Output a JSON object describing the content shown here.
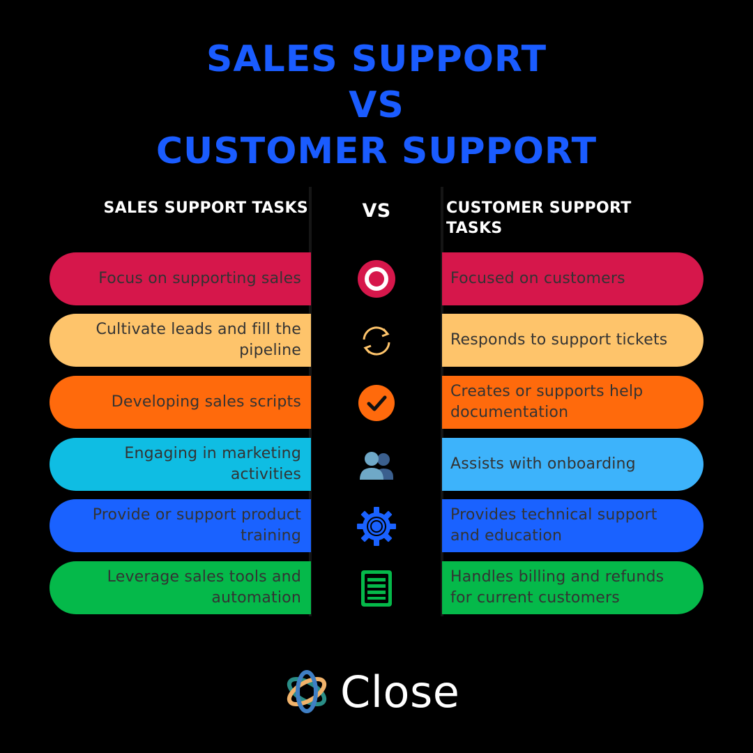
{
  "title": {
    "line1": "SALES SUPPORT",
    "line2": "VS",
    "line3": "CUSTOMER SUPPORT"
  },
  "columns": {
    "left_heading": "SALES SUPPORT TASKS",
    "center_heading": "VS",
    "right_heading": "CUSTOMER SUPPORT TASKS"
  },
  "rows": [
    {
      "left": "Focus on supporting sales",
      "right": "Focused on customers",
      "icon": "target-icon",
      "color": "#d6174b"
    },
    {
      "left": "Cultivate leads and fill the pipeline",
      "right": "Responds to support tickets",
      "icon": "refresh-icon",
      "color": "#fec46b"
    },
    {
      "left": "Developing sales scripts",
      "right": "Creates or supports help documentation",
      "icon": "checkmark-icon",
      "color": "#ff6a0c"
    },
    {
      "left": "Engaging in marketing activities",
      "right": "Assists with onboarding",
      "icon": "users-icon",
      "color": "#0fbde3"
    },
    {
      "left": "Provide or support product training",
      "right": "Provides technical support and education",
      "icon": "gear-icon",
      "color": "#1a62ff"
    },
    {
      "left": "Leverage sales tools and automation",
      "right": "Handles billing and refunds for current customers",
      "icon": "document-icon",
      "color": "#05b94a"
    }
  ],
  "colors": {
    "title": "#1a5cff",
    "background": "#000000",
    "right_row_4": "#3db3fb"
  },
  "logo": {
    "text": "Close",
    "icon": "close-logo-icon"
  }
}
